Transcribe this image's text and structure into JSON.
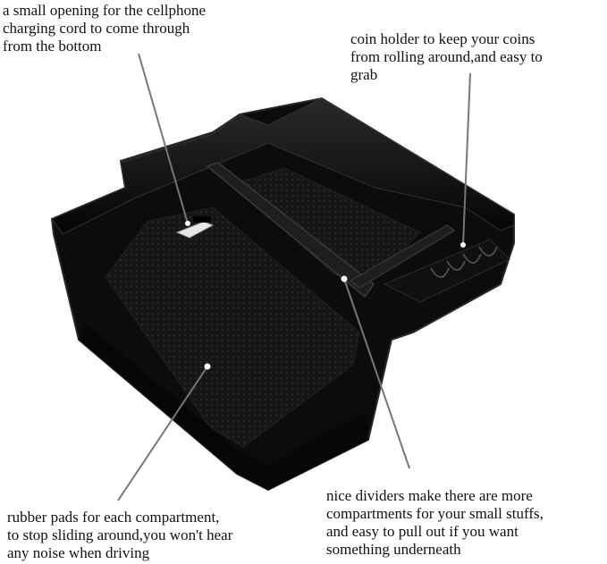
{
  "callouts": {
    "opening": "a small opening for the cellphone\ncharging cord to come through\nfrom the bottom",
    "coin_holder": "coin holder to keep your coins\nfrom rolling around,and easy to\ngrab",
    "rubber_pads": "rubber pads for each compartment,\nto stop sliding around,you won't hear\nany noise when driving",
    "dividers": "nice dividers make there are more\ncompartments for your small stuffs,\nand easy to pull out if you want\nsomething underneath"
  },
  "colors": {
    "tray_body": "#0c0c0c",
    "tray_edge": "#2a2a2a",
    "rubber_mat": "#1a1a1a",
    "pointer_line": "#777777",
    "marker": "#ffffff"
  }
}
